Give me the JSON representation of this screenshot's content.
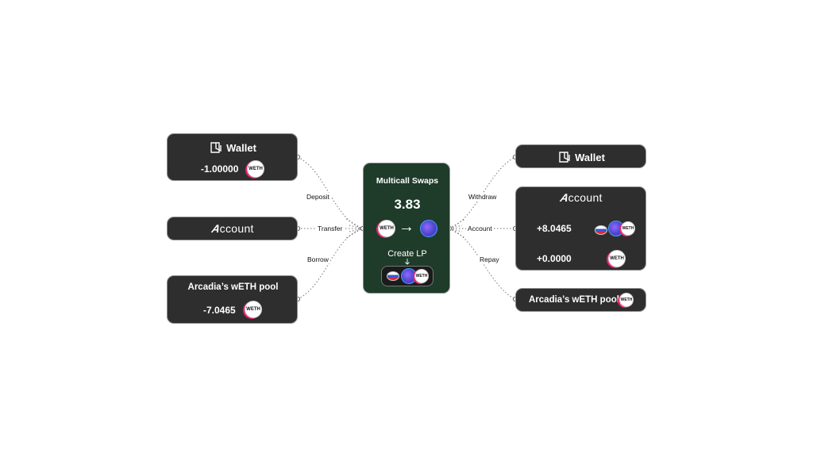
{
  "left": {
    "wallet": {
      "title": "Wallet",
      "value": "-1.00000",
      "token_icon": "weth-icon",
      "token_label": "WETH"
    },
    "account": {
      "logo_a": "A",
      "logo_rest": "ccount"
    },
    "pool": {
      "title": "Arcadia’s wETH pool",
      "value": "-7.0465",
      "token_label": "WETH"
    }
  },
  "center": {
    "title": "Multicall Swaps",
    "value": "3.83",
    "from_token": "WETH",
    "arrow": "→",
    "create_lp": "Create LP",
    "lp_token_label": "WETH"
  },
  "right": {
    "wallet": {
      "title": "Wallet"
    },
    "account": {
      "logo_a": "A",
      "logo_rest": "ccount",
      "value1": "+8.0465",
      "value2": "+0.0000",
      "token_label": "WETH"
    },
    "pool": {
      "title": "Arcadia’s wETH pool",
      "token_label": "WETH"
    }
  },
  "edges": {
    "deposit": "Deposit",
    "transfer": "Transfer",
    "borrow": "Borrow",
    "withdraw": "Withdraw",
    "account": "Account",
    "repay": "Repay"
  },
  "colors": {
    "card": "#2e2e2e",
    "center_card": "#1f3b2a",
    "border": "#8f8f8f",
    "weth_accent": "#e8216e"
  }
}
